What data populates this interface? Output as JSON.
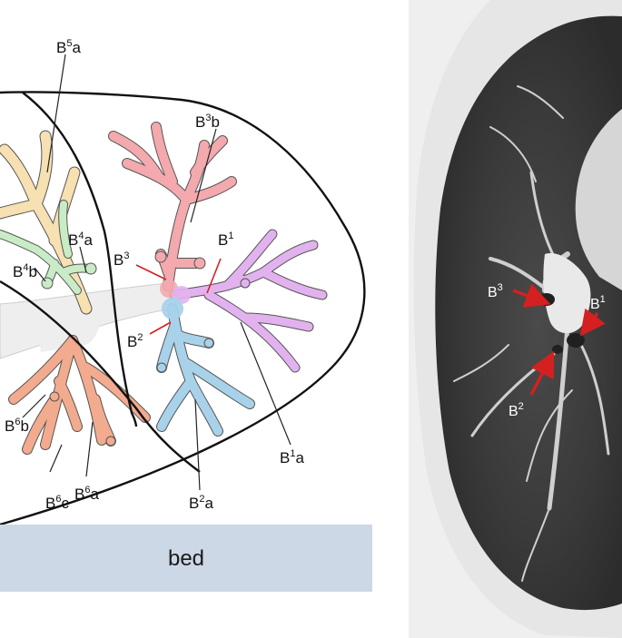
{
  "diagram": {
    "bed_label": "bed",
    "labels": [
      {
        "id": "b5a",
        "base": "B",
        "sup": "5",
        "suffix": "a"
      },
      {
        "id": "b3b",
        "base": "B",
        "sup": "3",
        "suffix": "b"
      },
      {
        "id": "b4a",
        "base": "B",
        "sup": "4",
        "suffix": "a"
      },
      {
        "id": "b4b",
        "base": "B",
        "sup": "4",
        "suffix": "b"
      },
      {
        "id": "b1",
        "base": "B",
        "sup": "1",
        "suffix": ""
      },
      {
        "id": "b3",
        "base": "B",
        "sup": "3",
        "suffix": ""
      },
      {
        "id": "b2",
        "base": "B",
        "sup": "2",
        "suffix": ""
      },
      {
        "id": "b6b",
        "base": "B",
        "sup": "6",
        "suffix": "b"
      },
      {
        "id": "b6c",
        "base": "B",
        "sup": "6",
        "suffix": "c"
      },
      {
        "id": "b6a",
        "base": "B",
        "sup": "6",
        "suffix": "a"
      },
      {
        "id": "b2a",
        "base": "B",
        "sup": "2",
        "suffix": "a"
      },
      {
        "id": "b1a",
        "base": "B",
        "sup": "1",
        "suffix": "a"
      }
    ],
    "colors": {
      "b1": "#e2b2ee",
      "b2": "#a8d2ea",
      "b3": "#f3a9ae",
      "b4": "#c9ecc6",
      "b5": "#f7e0b1",
      "b6": "#f2ab8e",
      "trunk": "#eeeeee",
      "outline": "#111111",
      "bed": "#cdd8e6",
      "arrow": "#d42020"
    }
  },
  "ct_panel": {
    "labels": [
      {
        "id": "ct_b3",
        "base": "B",
        "sup": "3",
        "suffix": ""
      },
      {
        "id": "ct_b1",
        "base": "B",
        "sup": "1",
        "suffix": ""
      },
      {
        "id": "ct_b2",
        "base": "B",
        "sup": "2",
        "suffix": ""
      }
    ]
  }
}
